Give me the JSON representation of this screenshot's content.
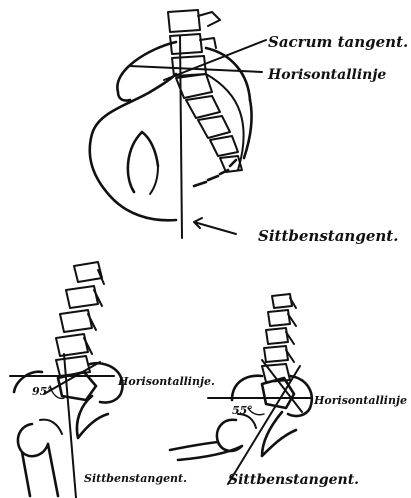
{
  "labels": {
    "sacrum_tangent": "Sacrum tangent.",
    "horizontal_line_top": "Horisontallinje",
    "ischial_tangent_top": "Sittbenstangent.",
    "horizontal_line_left": "Horisontallinje.",
    "angle_left": "95°",
    "ischial_tangent_left": "Sittbenstangent.",
    "horizontal_line_right": "Horisontallinje",
    "angle_right": "55°",
    "ischial_tangent_right": "Sittbenstangent."
  }
}
